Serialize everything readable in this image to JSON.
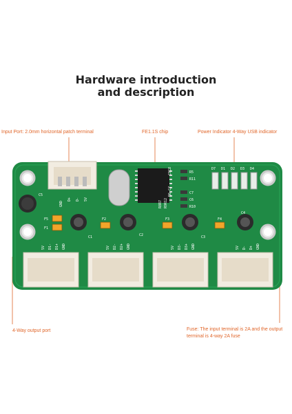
{
  "title": {
    "line1": "Hardware introduction",
    "line2": "and description"
  },
  "labels": {
    "input_port": "Input Port: 2.0mm horizontal patch terminal",
    "chip": "FE1.1S chip",
    "power_indicator": "Power Indicator 4-Way USB indicator",
    "output_port": "4-Way output port",
    "fuse": "Fuse: The input terminal is 2A and the output terminal is 4-way 2A fuse"
  },
  "pcb_silkscreen": {
    "input_pins": [
      "GND",
      "D+",
      "D-",
      "5V"
    ],
    "leds": [
      "D7",
      "D1",
      "D2",
      "D3",
      "D4"
    ],
    "chip_left_labels": [
      "C9C8",
      "R6 C7"
    ],
    "chip_right_labels": [
      "R5",
      "R11",
      "C7",
      "C6",
      "R10"
    ],
    "chip_bottom_labels": [
      "R8R7",
      "R9R12"
    ],
    "fuses": [
      "F5",
      "F2",
      "F3",
      "F4",
      "F1"
    ],
    "caps": [
      "C5",
      "C1",
      "C2",
      "C3",
      "C4"
    ],
    "port_pins": [
      [
        "5V",
        "D1-",
        "D1+",
        "GND"
      ],
      [
        "5V",
        "D2-",
        "D2+",
        "GND"
      ],
      [
        "5V",
        "D3-",
        "D3+",
        "GND"
      ],
      [
        "5V",
        "D-",
        "D+",
        "GND"
      ]
    ]
  },
  "colors": {
    "accent": "#e0662a",
    "pcb": "#1f8a45",
    "pcb_dark": "#156b33"
  }
}
